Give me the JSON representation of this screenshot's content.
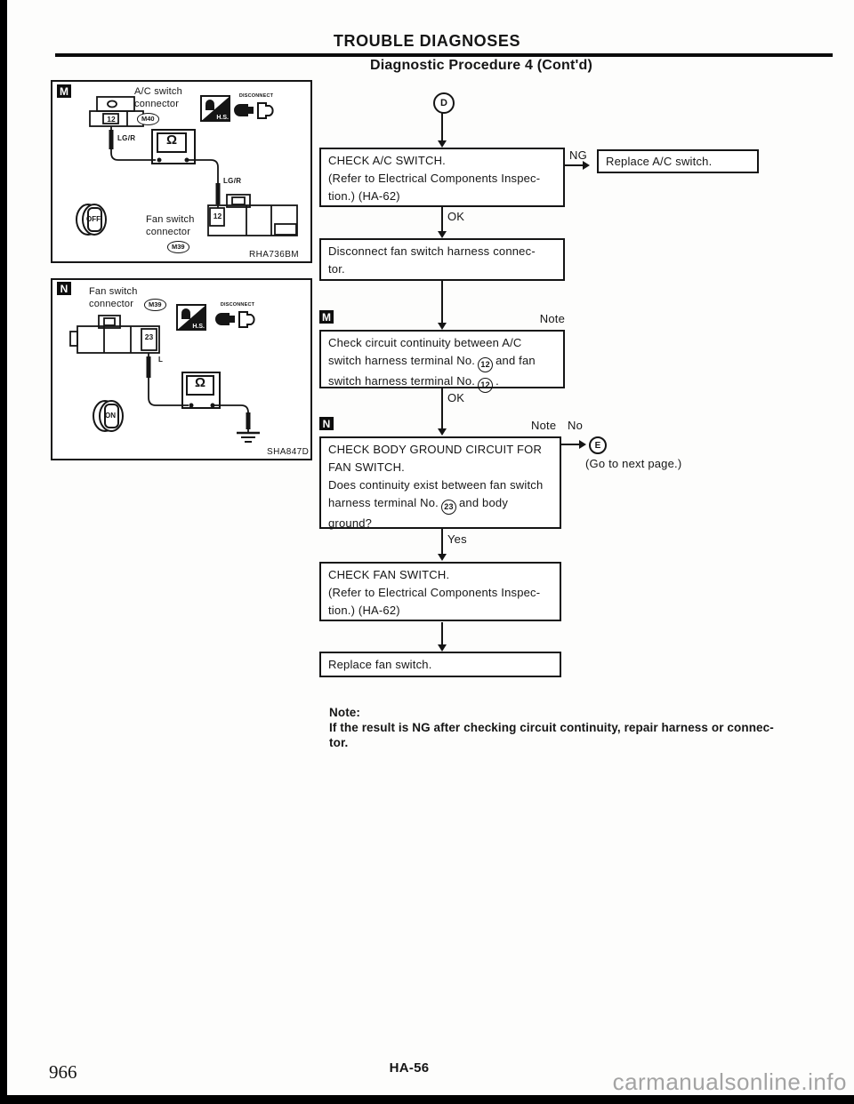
{
  "page": {
    "header_title": "TROUBLE DIAGNOSES",
    "subtitle": "Diagnostic Procedure 4 (Cont'd)",
    "page_code": "HA-56",
    "page_number": "966",
    "watermark": "carmanualsonline.info"
  },
  "figure_m": {
    "badge": "M",
    "photo_id": "RHA736BM",
    "ac_switch_line1": "A/C switch",
    "ac_switch_line2": "connector",
    "ac_connector_id": "M40",
    "ac_terminal": "12",
    "wire_label_upper": "LG/R",
    "wire_label_lower": "LG/R",
    "meter_symbol": "Ω",
    "hs_label": "H.S.",
    "disconnect_label": "DISCONNECT",
    "knob_position": "OFF",
    "fan_switch_line1": "Fan switch",
    "fan_switch_line2": "connector",
    "fan_connector_id": "M39",
    "fan_terminal": "12"
  },
  "figure_n": {
    "badge": "N",
    "photo_id": "SHA847D",
    "fan_switch_line1": "Fan switch",
    "fan_switch_line2": "connector",
    "fan_connector_id": "M39",
    "fan_terminal": "23",
    "wire_label": "L",
    "meter_symbol": "Ω",
    "hs_label": "H.S.",
    "disconnect_label": "DISCONNECT",
    "knob_position": "ON"
  },
  "flowchart": {
    "entry_connector": "D",
    "exit_connector": "E",
    "goto_label": "(Go to next page.)",
    "ng_label": "NG",
    "ok_label_1": "OK",
    "ok_label_2": "OK",
    "yes_label": "Yes",
    "note_label_1": "Note",
    "note_label_2": "Note",
    "no_label": "No",
    "m_badge": "M",
    "n_badge": "N",
    "step_check_ac_switch": {
      "line1": "CHECK A/C SWITCH.",
      "line2": "(Refer to Electrical Components Inspec-",
      "line3": "tion.) (HA-62)"
    },
    "action_replace_ac_switch": "Replace A/C switch.",
    "step_disconnect": {
      "line1": "Disconnect fan switch harness connec-",
      "line2": "tor."
    },
    "step_continuity": {
      "line1": "Check circuit continuity between A/C",
      "line2a": "switch harness terminal No.",
      "terminal1": "12",
      "line2b": "and fan",
      "line3a": "switch harness terminal No.",
      "terminal2": "12",
      "line3b": "."
    },
    "step_body_ground": {
      "line1": "CHECK BODY GROUND CIRCUIT FOR",
      "line2": "FAN SWITCH.",
      "line3": "Does continuity exist between fan switch",
      "line4a": "harness terminal No.",
      "terminal": "23",
      "line4b": "and body",
      "line5": "ground?"
    },
    "step_check_fan_switch": {
      "line1": "CHECK FAN SWITCH.",
      "line2": "(Refer to Electrical Components Inspec-",
      "line3": "tion.) (HA-62)"
    },
    "action_replace_fan_switch": "Replace fan switch."
  },
  "note": {
    "title": "Note:",
    "line1": "If the result is NG after checking circuit continuity, repair harness or connec-",
    "line2": "tor."
  }
}
